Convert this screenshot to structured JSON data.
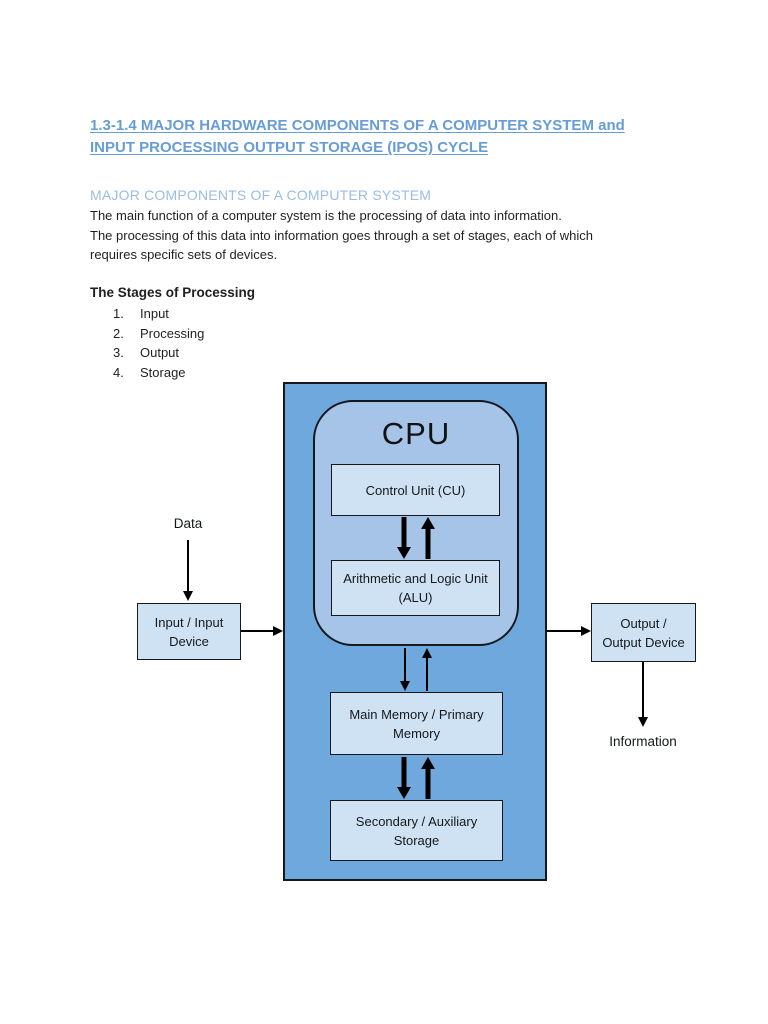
{
  "document": {
    "title": {
      "line1": "1.3-1.4 MAJOR HARDWARE COMPONENTS OF A COMPUTER SYSTEM and",
      "line2": "INPUT PROCESSING OUTPUT STORAGE (IPOS) CYCLE"
    },
    "section_heading": "MAJOR COMPONENTS OF A COMPUTER SYSTEM",
    "paragraph": {
      "line1": "The main function of a computer system is the processing of data into information.",
      "line2": "The processing of this data into information goes through a set of stages, each of which",
      "line3": "requires specific sets of devices."
    },
    "stages_heading": "The Stages of Processing",
    "stages": [
      {
        "num": "1.",
        "label": "Input"
      },
      {
        "num": "2.",
        "label": "Processing"
      },
      {
        "num": "3.",
        "label": "Output"
      },
      {
        "num": "4.",
        "label": "Storage"
      }
    ]
  },
  "diagram": {
    "cpu_label": "CPU",
    "control_unit_label": "Control Unit (CU)",
    "alu": {
      "line1": "Arithmetic and Logic Unit",
      "line2": "(ALU)"
    },
    "main_memory": {
      "line1": "Main Memory / Primary",
      "line2": "Memory"
    },
    "secondary_storage": {
      "line1": "Secondary / Auxiliary",
      "line2": "Storage"
    },
    "input_device": {
      "line1": "Input / Input",
      "line2": "Device"
    },
    "output_device": {
      "line1": "Output /",
      "line2": "Output Device"
    },
    "data_label": "Data",
    "information_label": "Information",
    "colors": {
      "system_fill": "#6fa8dc",
      "cpu_fill": "#a6c3e8",
      "box_fill": "#cfe2f3",
      "border": "#15181c"
    }
  },
  "text_colors": {
    "title": "#669dd7",
    "section_heading": "#9bbde4",
    "body": "#1f1f1f"
  }
}
